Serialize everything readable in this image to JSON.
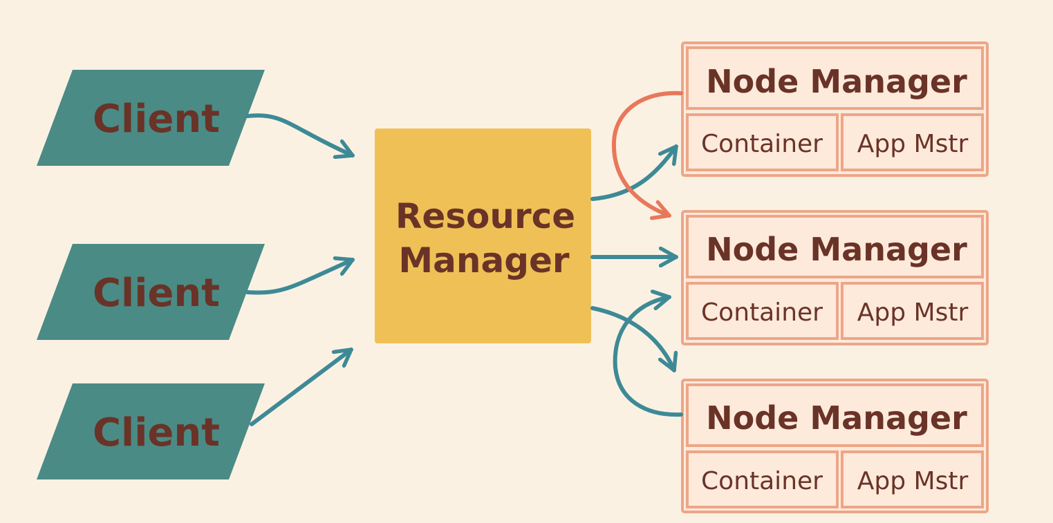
{
  "colors": {
    "background": "#fbf1e3",
    "client_fill": "#4a8b86",
    "label_text": "#6a3327",
    "resource_manager_fill": "#efc056",
    "node_border": "#eda688",
    "node_fill": "#fdeadb",
    "arrow_teal": "#3d8a96",
    "arrow_orange": "#e8785a"
  },
  "clients": [
    {
      "label": "Client"
    },
    {
      "label": "Client"
    },
    {
      "label": "Client"
    }
  ],
  "resource_manager": {
    "line1": "Resource",
    "line2": "Manager"
  },
  "node_managers": [
    {
      "title": "Node Manager",
      "container_label": "Container",
      "app_master_label": "App Mstr"
    },
    {
      "title": "Node Manager",
      "container_label": "Container",
      "app_master_label": "App Mstr"
    },
    {
      "title": "Node Manager",
      "container_label": "Container",
      "app_master_label": "App Mstr"
    }
  ]
}
